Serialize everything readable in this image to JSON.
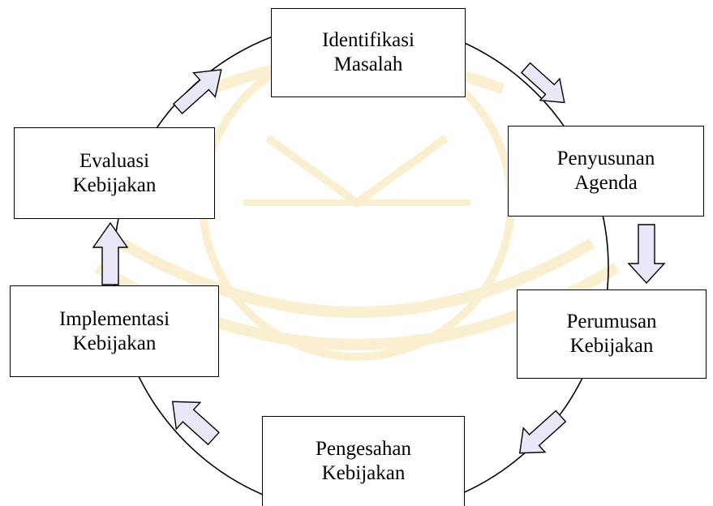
{
  "diagram": {
    "type": "cycle",
    "colors": {
      "stroke": "#000000",
      "box_fill": "#ffffff",
      "arrow_fill": "#e8e8f8",
      "watermark": "#f2d27a"
    },
    "watermark_icon": "university-emblem-watermark",
    "stages": [
      {
        "line1": "Identifikasi",
        "line2": "Masalah"
      },
      {
        "line1": "Penyusunan",
        "line2": "Agenda"
      },
      {
        "line1": "Perumusan",
        "line2": "Kebijakan"
      },
      {
        "line1": "Pengesahan",
        "line2": "Kebijakan"
      },
      {
        "line1": "Implementasi",
        "line2": "Kebijakan"
      },
      {
        "line1": "Evaluasi",
        "line2": "Kebijakan"
      }
    ]
  }
}
